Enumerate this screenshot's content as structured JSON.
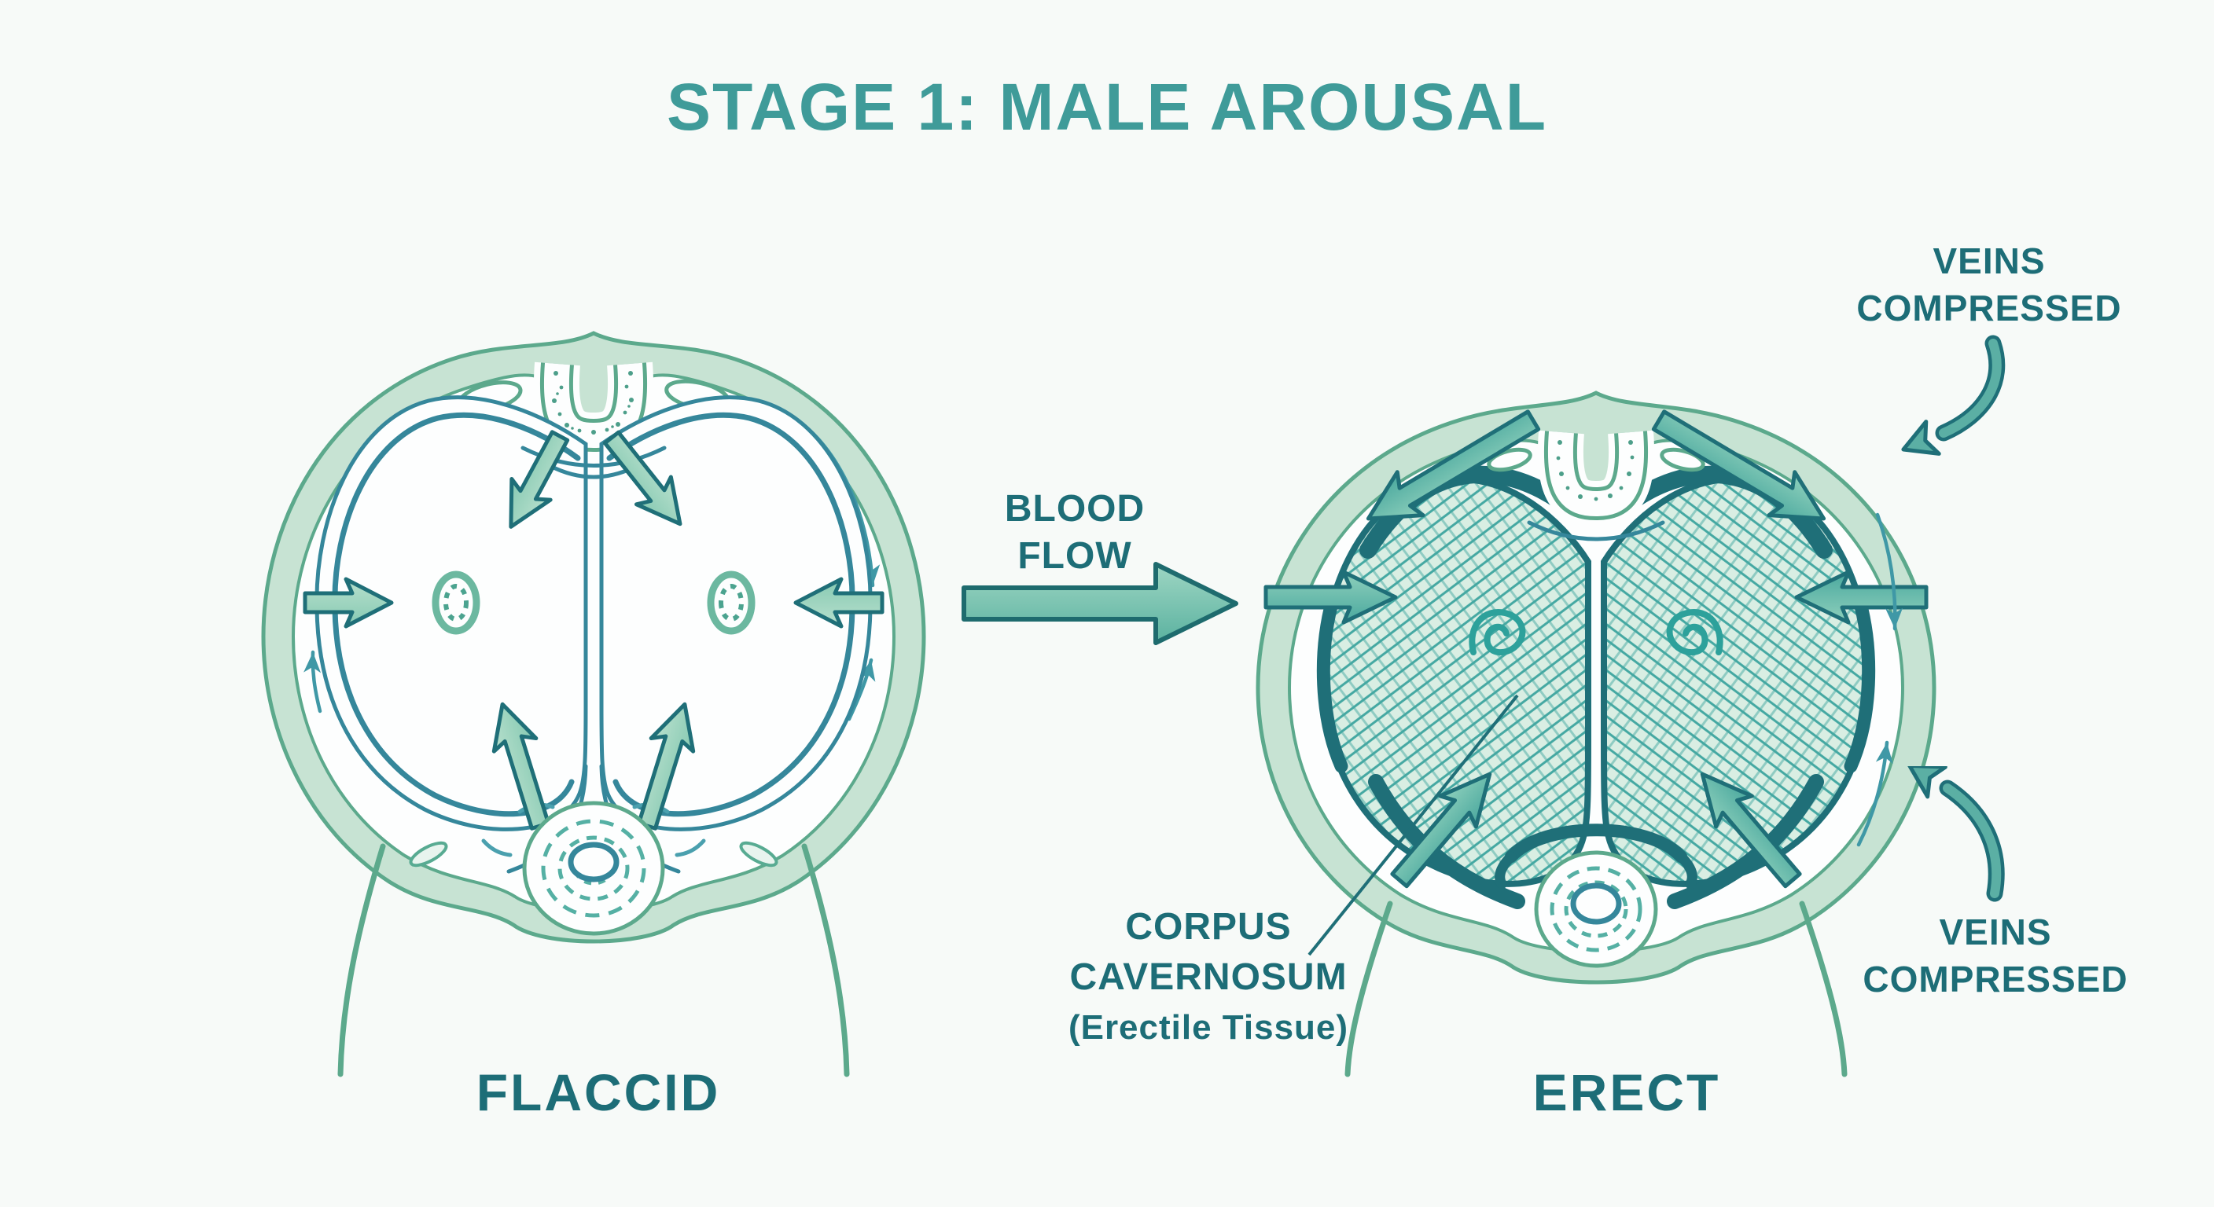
{
  "title": "STAGE 1: MALE AROUSAL",
  "center": {
    "blood_flow_line1": "BLOOD",
    "blood_flow_line2": "FLOW"
  },
  "left_figure": {
    "caption": "FLACCID"
  },
  "right_figure": {
    "caption": "ERECT"
  },
  "annotations": {
    "veins_top": {
      "line1": "VEINS",
      "line2": "COMPRESSED"
    },
    "veins_bottom": {
      "line1": "VEINS",
      "line2": "COMPRESSED"
    },
    "corpus": {
      "line1": "CORPUS",
      "line2": "CAVERNOSUM",
      "line3": "(Erectile Tissue)"
    }
  },
  "icons": {
    "blood_flow_arrow": "large right-pointing arrow",
    "inflow_arrows": "thick arrows pointing into the chambers",
    "circulation_arrows": "thin curved arrows along vessel ring",
    "veins_top_pointer": "curved arrow pointing down-left",
    "veins_bottom_pointer": "curved arrow pointing up-left",
    "corpus_leader_line": "diagonal leader line"
  },
  "colors": {
    "background": "#f7faf8",
    "title_teal": "#3f9b99",
    "label_teal": "#1d6d77",
    "outline_green": "#5ca98c",
    "mint_fill": "#c7e3d3",
    "paper": "#fdfefe",
    "chamber_teal": "#35879b",
    "thin_teal": "#3f98a6",
    "dark_teal": "#1f6f78",
    "flaccid_arrow_fill": "#a2d6c1",
    "erect_arrow_fill": "#5bafa4",
    "hatch_line": "#44a8a2",
    "dot_green": "#6cb8a0",
    "dash_teal": "#55b0a4"
  }
}
